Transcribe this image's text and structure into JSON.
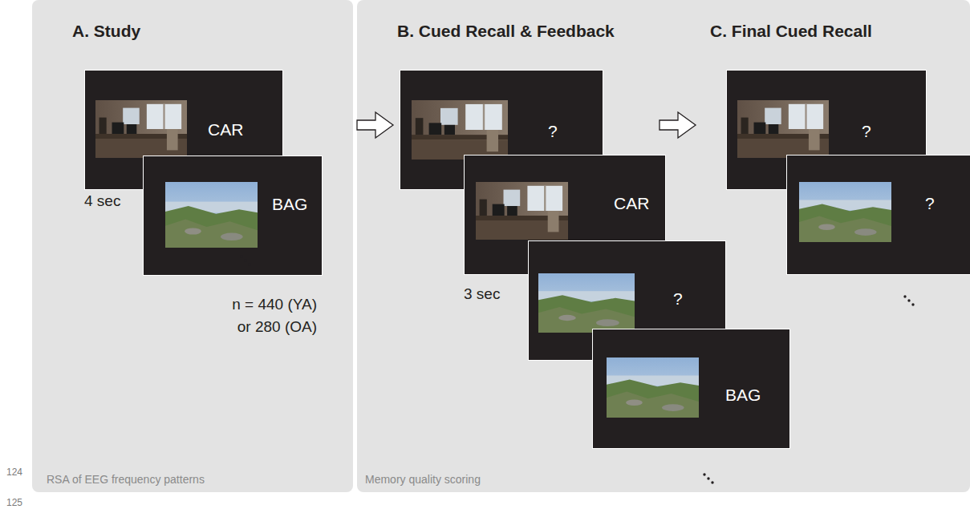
{
  "diagram": {
    "nodes": [
      {
        "text": [
          "A. Study",
          "RSA of EEG frequency patterns"
        ]
      },
      {
        "text": [
          "CAR"
        ],
        "in": 0
      },
      {
        "text": [
          "BAG"
        ],
        "in": 0
      },
      {
        "text": [
          "B. Cued Recall & Feedback",
          "C. Final Cued Recall",
          "Memory quality scoring"
        ]
      },
      {
        "text": [
          "?"
        ],
        "in": 3
      },
      {
        "text": [
          "CAR"
        ],
        "in": 3
      },
      {
        "text": [
          "?"
        ],
        "in": 3
      },
      {
        "text": [
          "BAG"
        ],
        "in": 3
      },
      {
        "text": [
          "?"
        ],
        "in": 3
      },
      {
        "text": [
          "?"
        ],
        "in": 3
      }
    ],
    "labels": [
      "4 sec",
      "n = 440 (YA) or 280 (OA)",
      "3 sec",
      "124",
      "125"
    ]
  }
}
